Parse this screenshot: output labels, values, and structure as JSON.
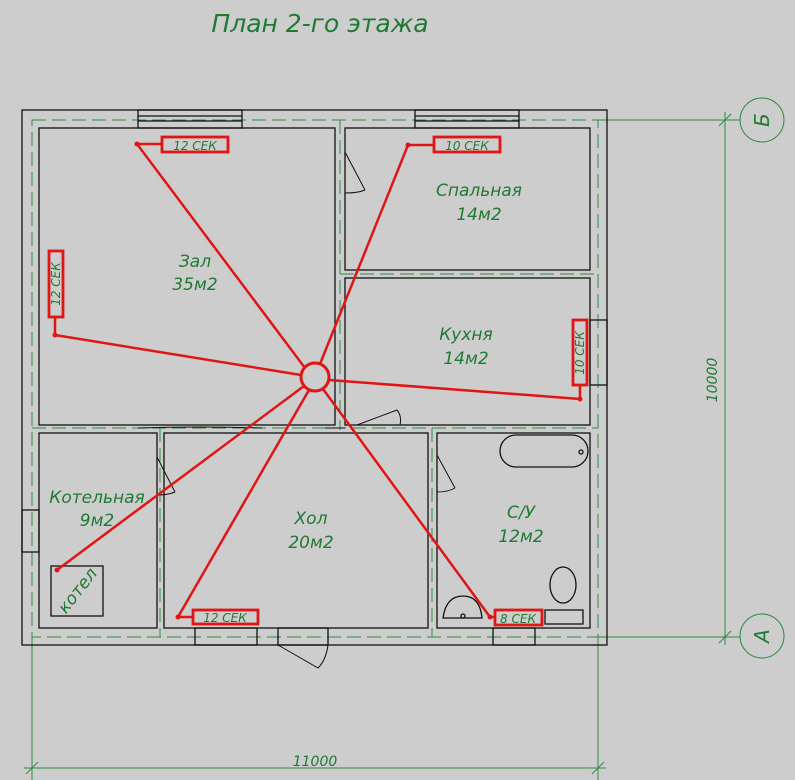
{
  "title": "План 2-го этажа",
  "rooms": [
    {
      "name": "Зал",
      "area": "35м2"
    },
    {
      "name": "Спальная",
      "area": "14м2"
    },
    {
      "name": "Кухня",
      "area": "14м2"
    },
    {
      "name": "Котельная",
      "area": "9м2"
    },
    {
      "name": "Хол",
      "area": "20м2"
    },
    {
      "name": "С/У",
      "area": "12м2"
    }
  ],
  "radiators": [
    "12 СЕК",
    "10 СЕК",
    "12 СЕК",
    "10 СЕК",
    "12 СЕК",
    "8 СЕК"
  ],
  "boiler": "котел",
  "dimensions": {
    "height": "10000",
    "width": "11000"
  },
  "axes": {
    "top": "Б",
    "bottom": "А"
  },
  "colors": {
    "pipe": "#e01515",
    "text": "#1f7a34",
    "background": "#cdcdcd"
  }
}
